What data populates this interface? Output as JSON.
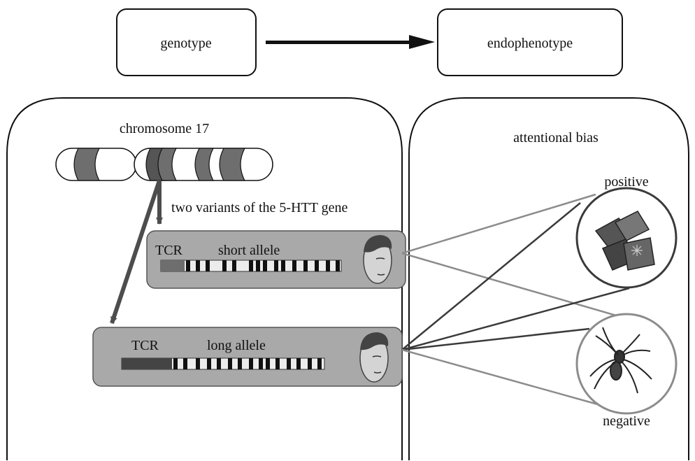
{
  "top": {
    "genotype_label": "genotype",
    "endophenotype_label": "endophenotype"
  },
  "left_panel": {
    "chromosome_label": "chromosome 17",
    "variants_label": "two variants of the 5-HTT gene",
    "short_allele": {
      "tcr_label": "TCR",
      "allele_label": "short allele"
    },
    "long_allele": {
      "tcr_label": "TCR",
      "allele_label": "long allele"
    }
  },
  "right_panel": {
    "title": "attentional bias",
    "positive_label": "positive",
    "negative_label": "negative",
    "positive_icon": "candy-icon",
    "negative_icon": "spider-icon"
  },
  "colors": {
    "box_fill": "#a9a9a9",
    "band_dark": "#6e6e6e",
    "arrow": "#4d4d4d",
    "line_dark": "#3a3a3a",
    "line_light": "#8c8c8c"
  }
}
